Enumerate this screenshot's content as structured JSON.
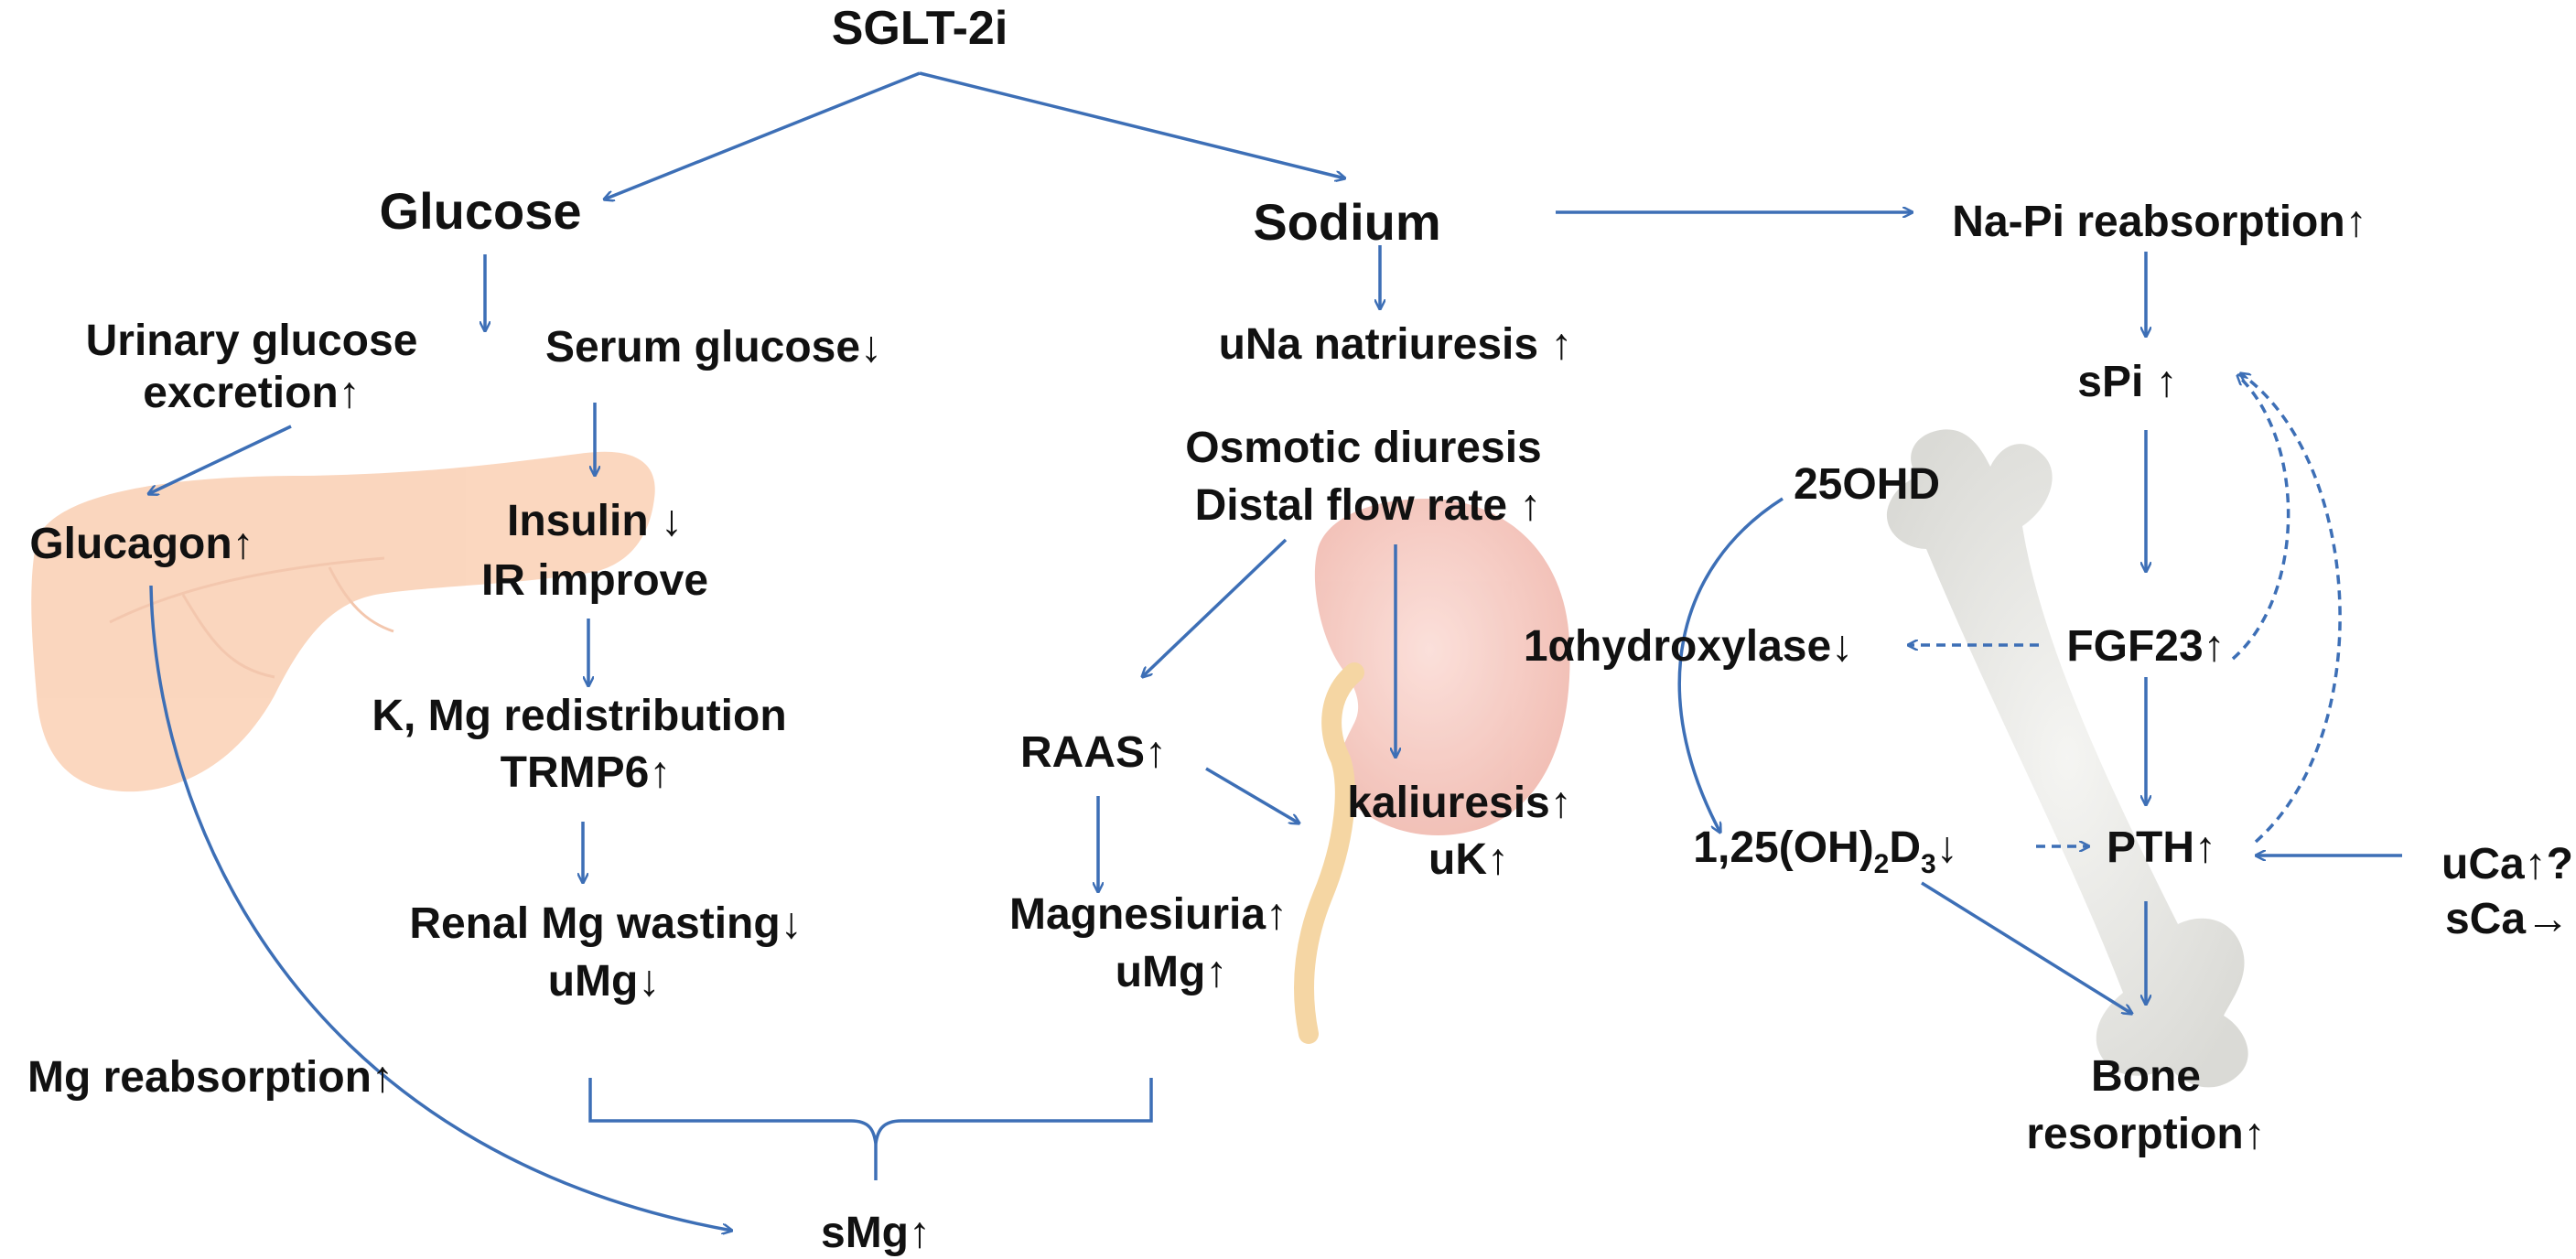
{
  "colors": {
    "arrow": "#3d6fb6",
    "text": "#111111",
    "pancreas": "#f9c9a9",
    "kidney": "#f4c1b8",
    "ureter": "#f6d7a4",
    "bone": "#e6e6e2"
  },
  "icons": [
    "pancreas-illustration",
    "kidney-illustration",
    "bone-illustration"
  ],
  "nodes": {
    "sglt2i": "SGLT-2i",
    "glucose": "Glucose",
    "sodium": "Sodium",
    "napi": "Na-Pi reabsorption↑",
    "urinary_glucose_1": "Urinary glucose",
    "urinary_glucose_2": "excretion↑",
    "serum_glucose": "Serum glucose↓",
    "una": "uNa natriuresis ↑",
    "spi": "sPi ↑",
    "glucagon": "Glucagon↑",
    "insulin": "Insulin ↓",
    "ir": "IR improve",
    "osmotic": "Osmotic diuresis",
    "distal": "Distal flow rate ↑",
    "ohd25": "25OHD",
    "hydroxylase": "1αhydroxylase↓",
    "fgf23": "FGF23↑",
    "k_mg": "K, Mg redistribution",
    "trpm6": "TRMP6↑",
    "raas": "RAAS↑",
    "kaliuresis": "kaliuresis↑",
    "uk": "uK↑",
    "d3_prefix": "1,25(OH)",
    "d3_sub2": "2",
    "d3_mid": "D",
    "d3_sub3": "3",
    "d3_suffix": "↓",
    "pth": "PTH↑",
    "uca": "uCa↑?",
    "sca": "sCa→",
    "renal_mg": "Renal Mg wasting↓",
    "umg_down": "uMg↓",
    "magnesiuria": "Magnesiuria↑",
    "umg_up": "uMg↑",
    "mg_reabs": "Mg reabsorption↑",
    "bone_1": "Bone",
    "bone_2": "resorption↑",
    "smg": "sMg↑"
  }
}
